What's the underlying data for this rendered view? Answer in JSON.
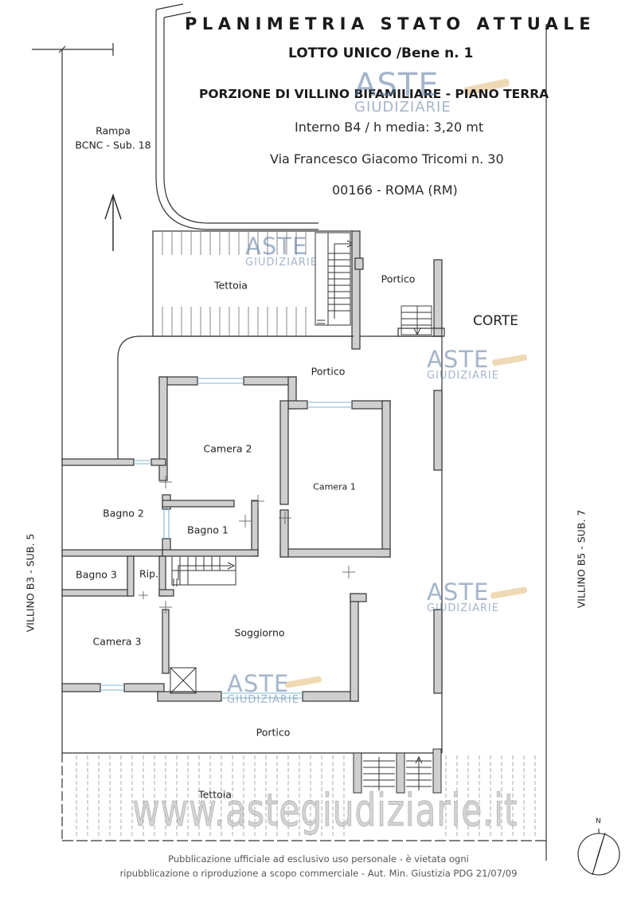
{
  "header": {
    "title": "PLANIMETRIA STATO ATTUALE",
    "lot": "LOTTO UNICO /Bene n. 1",
    "property": "PORZIONE DI VILLINO BIFAMILIARE - PIANO TERRA",
    "interior": "Interno B4 / h media: 3,20 mt",
    "address": "Via Francesco Giacomo Tricomi n. 30",
    "city": "00166 - ROMA (RM)"
  },
  "labels": {
    "ramp_line1": "Rampa",
    "ramp_line2": "BCNC - Sub. 18",
    "corte": "CORTE",
    "villino_left": "VILLINO B3 - SUB. 5",
    "villino_right": "VILLINO B5 - SUB. 7",
    "north": "N"
  },
  "rooms": {
    "tettoia_top": "Tettoia",
    "portico_top": "Portico",
    "portico_mid": "Portico",
    "camera_2": "Camera 2",
    "camera_1": "Camera 1",
    "bagno_2": "Bagno 2",
    "bagno_1": "Bagno 1",
    "bagno_3": "Bagno 3",
    "ripostiglio": "Rip.",
    "camera_3": "Camera 3",
    "soggiorno": "Soggiorno",
    "portico_bottom": "Portico",
    "tettoia_bottom": "Tettoia"
  },
  "watermarks": {
    "brand_top": "ASTE",
    "brand_bottom": "GIUDIZIARIE",
    "site": "www.astegiudiziarie.it"
  },
  "footer": {
    "line1": "Pubblicazione ufficiale ad esclusivo uso personale - è vietata ogni",
    "line2": "ripubblicazione o riproduzione a scopo commerciale - Aut. Min. Giustizia PDG 21/07/09"
  },
  "colors": {
    "wall_fill": "#cfcfcf",
    "wall_stroke": "#333333",
    "window": "#7fb6d6",
    "watermark": "#5a78a0"
  }
}
